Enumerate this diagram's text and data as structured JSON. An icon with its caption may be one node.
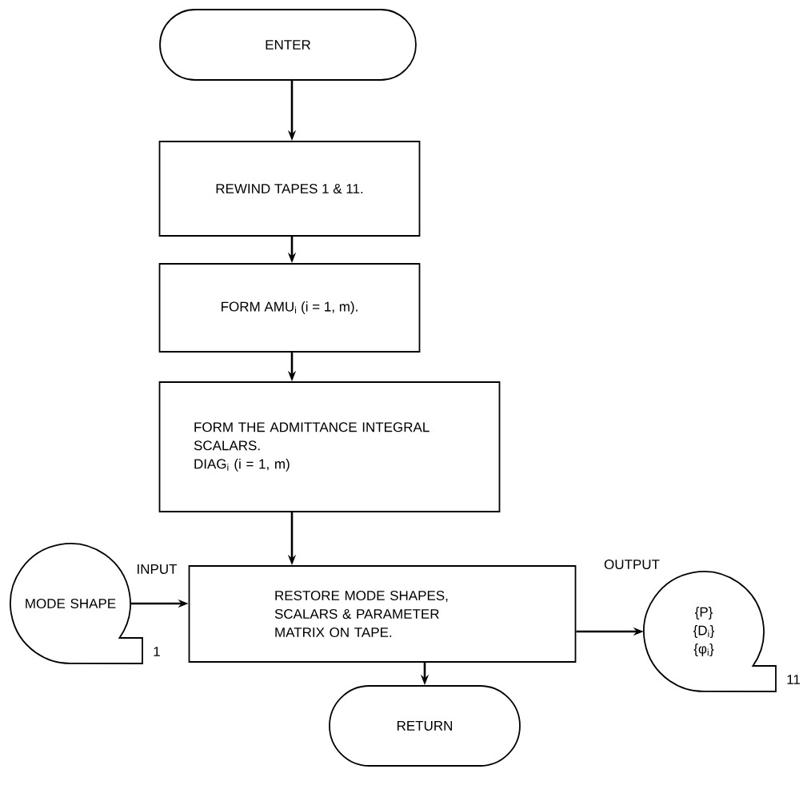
{
  "diagram": {
    "nodes": [
      {
        "text": [
          "ENTER"
        ]
      },
      {
        "text": [
          "REWIND TAPES 1 & 11."
        ]
      },
      {
        "text": [
          "FORM AMU$_{i}$ (i = 1, m)."
        ]
      },
      {
        "text": [
          "FORM THE ADMITTANCE INTEGRAL SCALARS.",
          "DIAG$_{i}$ (i = 1, m)"
        ]
      },
      {
        "text": [
          "RESTORE MODE SHAPES, SCALARS & PARAMETER MATRIX ON TAPE."
        ]
      },
      {
        "text": [
          "MODE SHAPE"
        ],
        "beside": [
          "1"
        ]
      },
      {
        "text": [
          "{P}",
          "{D$_{i}$}",
          "{φ$_{i}$}"
        ],
        "beside": [
          "11"
        ]
      },
      {
        "text": [
          "RETURN"
        ]
      }
    ],
    "edges": [
      {
        "from": 0,
        "to": 1,
        "arrow": "to"
      },
      {
        "from": 1,
        "to": 2,
        "arrow": "to"
      },
      {
        "from": 2,
        "to": 3,
        "arrow": "to"
      },
      {
        "from": 3,
        "to": 4,
        "arrow": "to"
      },
      {
        "from": 5,
        "to": 4,
        "arrow": "to",
        "label": "INPUT"
      },
      {
        "from": 4,
        "to": 6,
        "arrow": "to",
        "label": "OUTPUT"
      },
      {
        "from": 4,
        "to": 7,
        "arrow": "to"
      }
    ]
  }
}
